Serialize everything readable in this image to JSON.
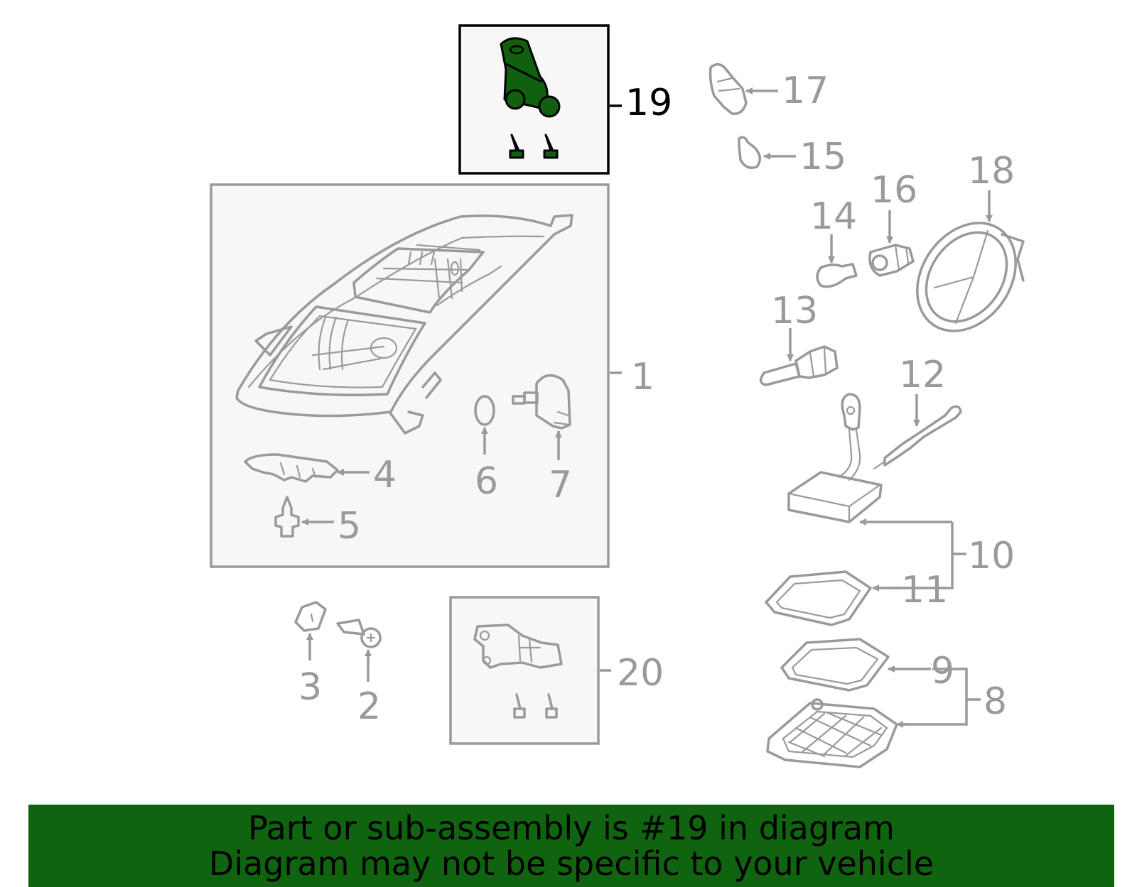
{
  "diagram": {
    "callouts": [
      {
        "id": "1",
        "text": "1"
      },
      {
        "id": "2",
        "text": "2"
      },
      {
        "id": "3",
        "text": "3"
      },
      {
        "id": "4",
        "text": "4"
      },
      {
        "id": "5",
        "text": "5"
      },
      {
        "id": "6",
        "text": "6"
      },
      {
        "id": "7",
        "text": "7"
      },
      {
        "id": "8",
        "text": "8"
      },
      {
        "id": "9",
        "text": "9"
      },
      {
        "id": "10",
        "text": "10"
      },
      {
        "id": "11",
        "text": "11"
      },
      {
        "id": "12",
        "text": "12"
      },
      {
        "id": "13",
        "text": "13"
      },
      {
        "id": "14",
        "text": "14"
      },
      {
        "id": "15",
        "text": "15"
      },
      {
        "id": "16",
        "text": "16"
      },
      {
        "id": "17",
        "text": "17"
      },
      {
        "id": "18",
        "text": "18"
      },
      {
        "id": "19",
        "text": "19"
      },
      {
        "id": "20",
        "text": "20"
      }
    ],
    "highlighted_part": "19",
    "colors": {
      "highlight_fill": "#106010",
      "highlight_outline": "#000000",
      "line": "#9a9a9a",
      "banner": "#106410"
    }
  },
  "banner": {
    "line1": "Part or sub-assembly is #19 in diagram",
    "line2": "Diagram may not be specific to your vehicle"
  }
}
